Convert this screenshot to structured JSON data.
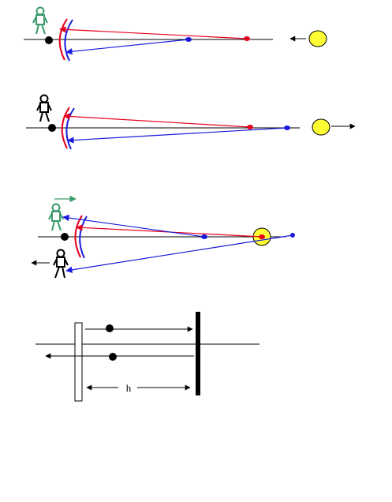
{
  "colors": {
    "red": "#e8001c",
    "blue": "#1a1adc",
    "green": "#3a9a6a",
    "sun": "#ffff33",
    "black": "#000000"
  },
  "icons": {
    "observer": "stick-figure-icon",
    "sun": "sun-icon",
    "arrow": "arrow-icon"
  },
  "panels": [
    {
      "id": "panel-1",
      "observer_color": "green",
      "sun_motion": "toward-observer"
    },
    {
      "id": "panel-2",
      "observer_color": "black",
      "sun_motion": "away-from-observer"
    },
    {
      "id": "panel-3",
      "observer_colors": [
        "green",
        "black"
      ],
      "observer_motion": [
        "right",
        "left"
      ]
    },
    {
      "id": "panel-4",
      "label_h": "h"
    }
  ]
}
